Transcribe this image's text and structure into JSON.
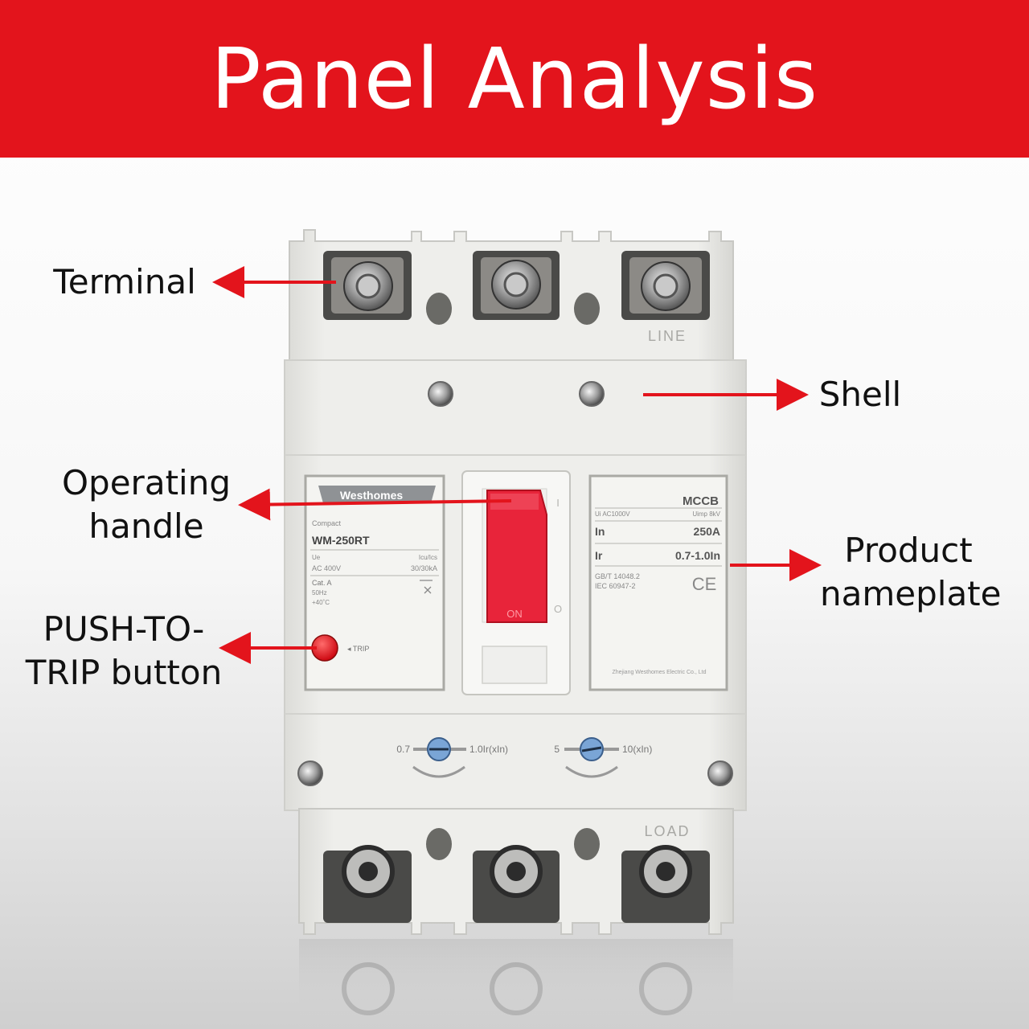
{
  "banner": {
    "title": "Panel Analysis"
  },
  "callouts": {
    "terminal": "Terminal",
    "shell": "Shell",
    "operating_handle": [
      "Operating",
      "handle"
    ],
    "push_to_trip": [
      "PUSH-TO-",
      "TRIP button"
    ],
    "product_nameplate": [
      "Product",
      "nameplate"
    ]
  },
  "device": {
    "line_label": "LINE",
    "load_label": "LOAD",
    "left_plate": {
      "brand": "Westhomes",
      "series": "Compact",
      "model": "WM-250RT",
      "ue_label": "Ue",
      "icu_label": "Icu/Ics",
      "voltage": "AC 400V",
      "breaking": "30/30kA",
      "category": "Cat. A",
      "frequency": "50Hz",
      "temperature": "+40˚C",
      "trip_label": "◂ TRIP"
    },
    "handle": {
      "on_mark": "I",
      "off_mark": "O",
      "on_text": "ON"
    },
    "right_plate": {
      "type": "MCCB",
      "ui": "Ui  AC1000V",
      "uimp": "Uimp 8kV",
      "in_label": "In",
      "in_value": "250A",
      "ir_label": "Ir",
      "ir_value": "0.7-1.0In",
      "std1": "GB/T 14048.2",
      "std2": "IEC 60947-2",
      "ce_mark": "CE",
      "maker": "Zhejiang Westhomes Electric Co., Ltd"
    },
    "dial_left": {
      "min": "0.7",
      "max": "1.0Ir(xIn)"
    },
    "dial_right": {
      "min": "5",
      "max": "10(xIn)"
    }
  },
  "colors": {
    "accent_red": "#e3141c",
    "arrow_red": "#e3141c",
    "device_body": "#ececea",
    "handle_red": "#e8243a"
  }
}
